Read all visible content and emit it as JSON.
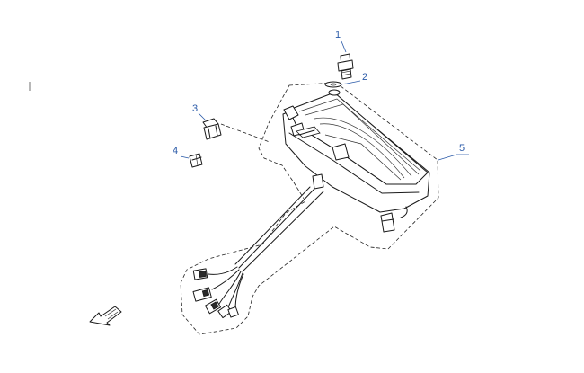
{
  "callouts": [
    {
      "id": "1",
      "label": "1"
    },
    {
      "id": "2",
      "label": "2"
    },
    {
      "id": "3",
      "label": "3"
    },
    {
      "id": "4",
      "label": "4"
    },
    {
      "id": "5",
      "label": "5"
    }
  ],
  "colors": {
    "callout_text": "#2a5aa8",
    "line_art": "#1a1a1a",
    "background": "#ffffff"
  },
  "icons": {
    "orientation_arrow": "front-direction-arrow-icon"
  }
}
